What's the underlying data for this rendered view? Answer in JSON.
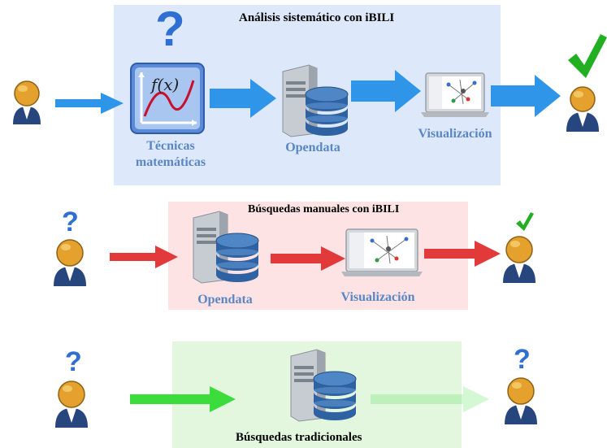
{
  "diagram": {
    "row1": {
      "title": "Análisis sistemático con iBILI",
      "tech_label_line1": "Técnicas",
      "tech_label_line2": "matemáticas",
      "opendata_label": "Opendata",
      "viz_label": "Visualización",
      "question_mark": "?",
      "panel_color": "#dde9fb",
      "arrow_color": "#2e95e8"
    },
    "row2": {
      "title": "Búsquedas manuales con iBILI",
      "opendata_label": "Opendata",
      "viz_label": "Visualización",
      "question_mark": "?",
      "panel_color": "#fde3e3",
      "arrow_color": "#e23a3a"
    },
    "row3": {
      "title": "Búsquedas tradicionales",
      "question_mark_left": "?",
      "question_mark_right": "?",
      "panel_color": "#e3f7df",
      "arrow_color": "#3ddc3d"
    },
    "formula_text": "f(x)",
    "icons": [
      "user-icon",
      "server-database-icon",
      "laptop-visualization-icon",
      "function-graph-icon",
      "checkmark-icon",
      "arrow-icon"
    ]
  }
}
